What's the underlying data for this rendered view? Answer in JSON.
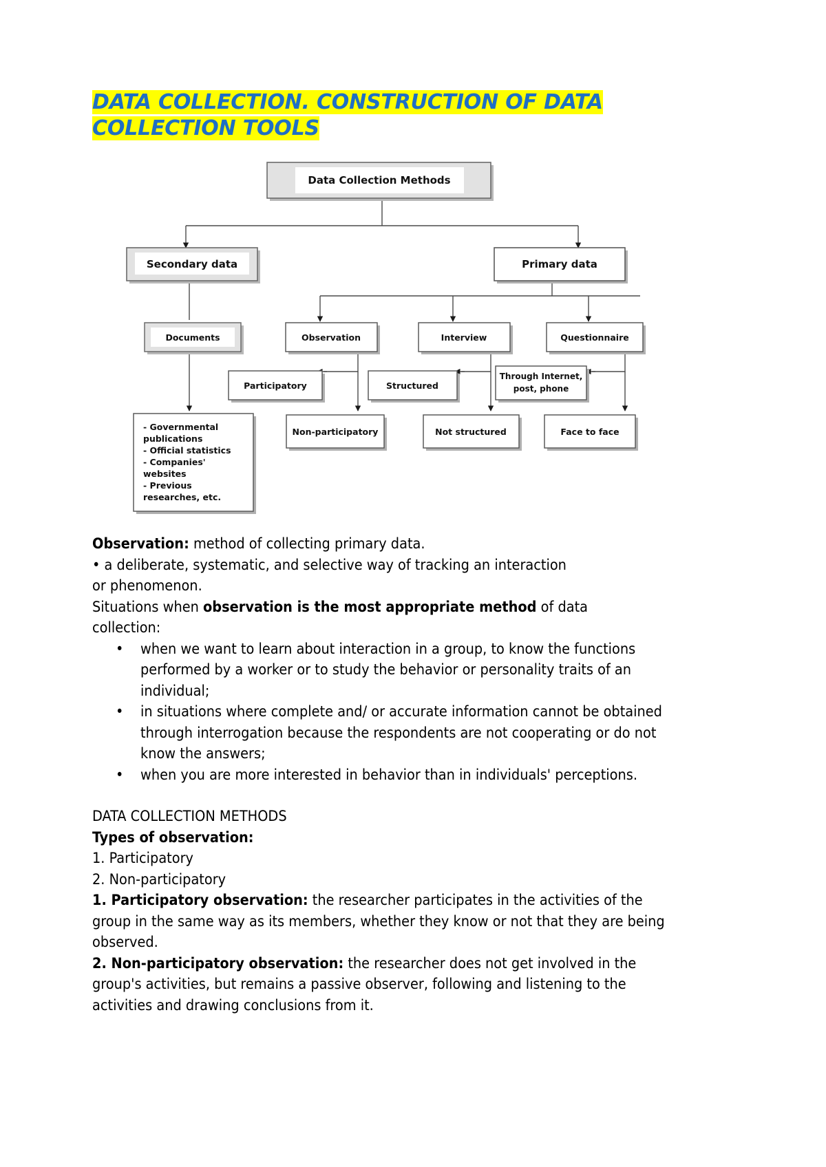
{
  "title": {
    "line1": "DATA COLLECTION. CONSTRUCTION OF DATA",
    "line2": "COLLECTION TOOLS",
    "text_color": "#1F6FC4",
    "highlight_color": "#FFFF00"
  },
  "diagram": {
    "root": "Data Collection Methods",
    "level2": {
      "secondary": "Secondary data",
      "primary": "Primary data"
    },
    "level3": {
      "documents": "Documents",
      "observation": "Observation",
      "interview": "Interview",
      "questionnaire": "Questionnaire"
    },
    "level4": {
      "participatory": "Participatory",
      "structured": "Structured",
      "through_internet_l1": "Through Internet,",
      "through_internet_l2": "post, phone"
    },
    "level5": {
      "non_participatory": "Non-participatory",
      "not_structured": "Not structured",
      "face_to_face": "Face to face"
    },
    "documents_list": [
      "- Governmental",
      "publications",
      "- Official statistics",
      "- Companies'",
      "websites",
      "- Previous",
      "researches, etc."
    ]
  },
  "body": {
    "observation_label": "Observation:",
    "observation_rest": " method of collecting primary data.",
    "bullet_dot_line": "• a deliberate, systematic, and selective way of tracking an interaction",
    "bullet_dot_line2": "or phenomenon.",
    "situations_pre": "Situations when ",
    "situations_bold": "observation is the most appropriate method",
    "situations_post": " of data",
    "situations_cont": "collection:",
    "list": [
      "when we want to learn about interaction in a group, to know the functions performed by a worker or to study the behavior or personality traits of an individual;",
      "in situations where complete and/ or accurate information cannot be obtained through interrogation because the respondents are not cooperating or do not know the answers;",
      "when you are more interested in behavior than in individuals' perceptions."
    ],
    "heading_methods": "DATA COLLECTION METHODS",
    "heading_types": "Types of observation:",
    "type_1": "1. Participatory",
    "type_2": "2. Non-participatory",
    "def1_bold": "1. Participatory observation:",
    "def1_rest": " the researcher participates in the activities of the group in the same way as its members, whether they know or not that they are being observed.",
    "def2_bold": "2. Non-participatory observation:",
    "def2_rest": " the researcher does not get involved in the group's activities, but remains a passive observer, following and listening to the activities and drawing conclusions from it."
  }
}
